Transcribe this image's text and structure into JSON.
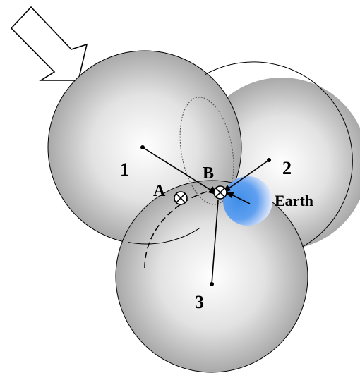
{
  "labels": {
    "sphere1": "1",
    "sphere2": "2",
    "sphere3": "3",
    "pointA": "A",
    "pointB": "B",
    "earth": "Earth"
  },
  "colors": {
    "sphere_highlight": "#ffffff",
    "sphere_mid": "#e2e2e2",
    "sphere_edge": "#a9a9a9",
    "earth_core": "#3f8fe8",
    "earth_edge": "#e8ecfb",
    "outline": "#000000"
  },
  "icons": {
    "arrow": "hollow-arrow-icon",
    "point_marker": "circle-cross-icon"
  }
}
